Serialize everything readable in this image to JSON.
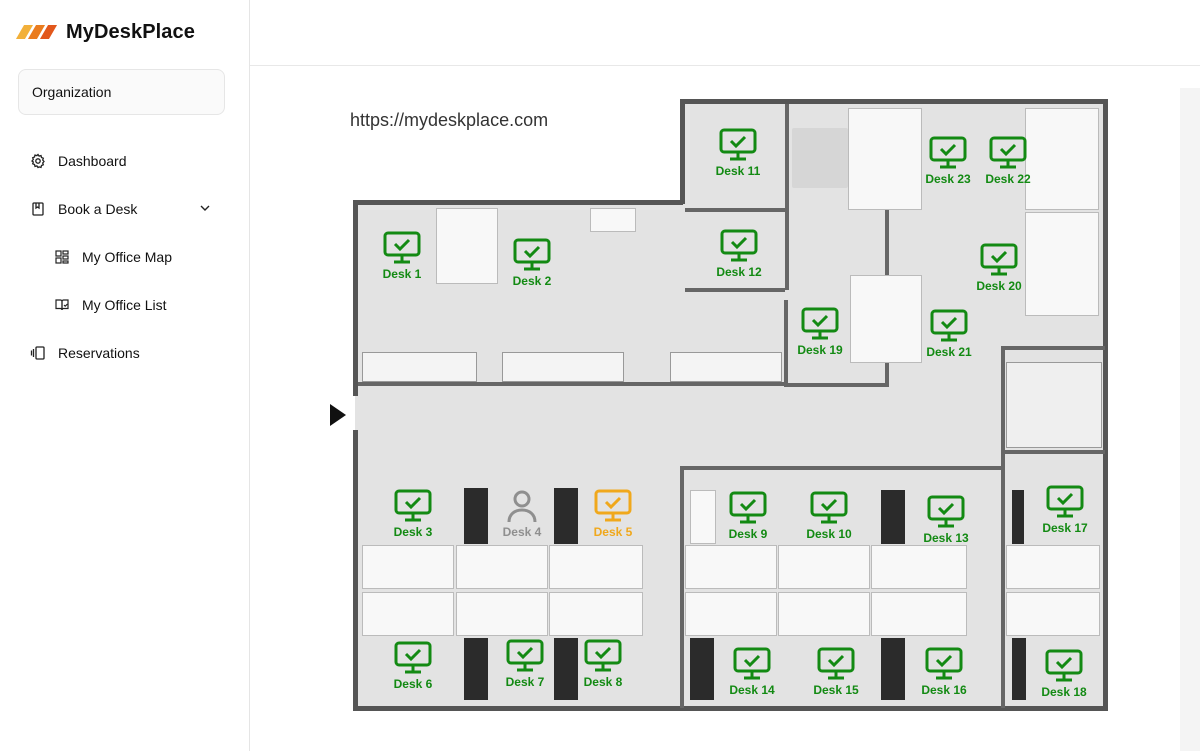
{
  "app": {
    "name": "MyDeskPlace"
  },
  "colors": {
    "available": "#138a13",
    "mine": "#f0a81c",
    "occupied": "#8f8f8f",
    "logo1": "#f2b03a",
    "logo2": "#ea7c1f",
    "logo3": "#e2571b"
  },
  "sidebar": {
    "organization": "Organization",
    "nav": [
      {
        "label": "Dashboard",
        "icon": "gear-icon"
      },
      {
        "label": "Book a Desk",
        "icon": "book-icon"
      },
      {
        "label": "My Office Map",
        "icon": "map-grid-icon"
      },
      {
        "label": "My Office List",
        "icon": "book-open-icon"
      },
      {
        "label": "Reservations",
        "icon": "reservations-icon"
      }
    ]
  },
  "map": {
    "url_text": "https://mydeskplace.com",
    "desks": [
      {
        "label": "Desk 1",
        "status": "available"
      },
      {
        "label": "Desk 2",
        "status": "available"
      },
      {
        "label": "Desk 3",
        "status": "available"
      },
      {
        "label": "Desk 4",
        "status": "occupied"
      },
      {
        "label": "Desk 5",
        "status": "mine"
      },
      {
        "label": "Desk 6",
        "status": "available"
      },
      {
        "label": "Desk 7",
        "status": "available"
      },
      {
        "label": "Desk 8",
        "status": "available"
      },
      {
        "label": "Desk 9",
        "status": "available"
      },
      {
        "label": "Desk 10",
        "status": "available"
      },
      {
        "label": "Desk 11",
        "status": "available"
      },
      {
        "label": "Desk 12",
        "status": "available"
      },
      {
        "label": "Desk 13",
        "status": "available"
      },
      {
        "label": "Desk 14",
        "status": "available"
      },
      {
        "label": "Desk 15",
        "status": "available"
      },
      {
        "label": "Desk 16",
        "status": "available"
      },
      {
        "label": "Desk 17",
        "status": "available"
      },
      {
        "label": "Desk 18",
        "status": "available"
      },
      {
        "label": "Desk 19",
        "status": "available"
      },
      {
        "label": "Desk 20",
        "status": "available"
      },
      {
        "label": "Desk 21",
        "status": "available"
      },
      {
        "label": "Desk 22",
        "status": "available"
      },
      {
        "label": "Desk 23",
        "status": "available"
      }
    ]
  }
}
